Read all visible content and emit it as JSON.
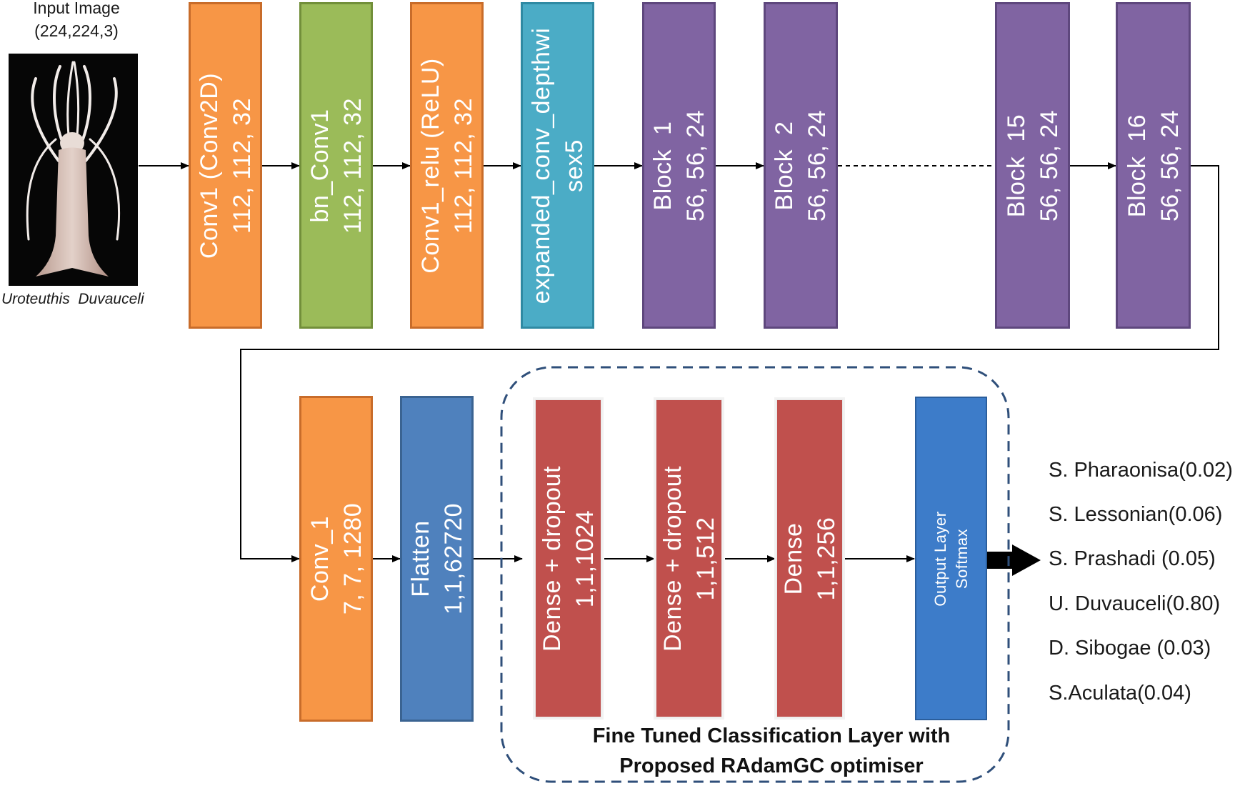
{
  "input": {
    "title_line1": "Input Image",
    "title_line2": "(224,224,3)",
    "caption_part1": "Uroteuthis",
    "caption_part2": "Duvauceli"
  },
  "row1_layers": [
    {
      "line1": "Conv1 (Conv2D)",
      "line2": "112, 112, 32",
      "color": "#f79646"
    },
    {
      "line1": "bn_Conv1",
      "line2": "112, 112, 32",
      "color": "#9bbb59"
    },
    {
      "line1": "Conv1_relu (ReLU)",
      "line2": "112, 112, 32",
      "color": "#f79646"
    },
    {
      "line1": "expanded_conv_depthwi",
      "line2": "sex5",
      "color": "#4bacc6"
    },
    {
      "line1": "Block  1",
      "line2": "56, 56, 24",
      "color": "#8064a2"
    },
    {
      "line1": "Block  2",
      "line2": "56, 56, 24",
      "color": "#8064a2"
    },
    {
      "line1": "Block  15",
      "line2": "56, 56, 24",
      "color": "#8064a2"
    },
    {
      "line1": "Block  16",
      "line2": "56, 56, 24",
      "color": "#8064a2"
    }
  ],
  "row2_layers": [
    {
      "line1": "Conv_1",
      "line2": "7, 7, 1280",
      "color": "#f79646"
    },
    {
      "line1": "Flatten",
      "line2": "1,1,62720",
      "color": "#4f81bd"
    },
    {
      "line1": "Dense + dropout",
      "line2": "1,1,1024",
      "color": "#c0504d"
    },
    {
      "line1": "Dense + dropout",
      "line2": "1,1,512",
      "color": "#c0504d"
    },
    {
      "line1": "Dense",
      "line2": "1,1,256",
      "color": "#c0504d"
    },
    {
      "line1": "Output Layer",
      "line2": "Softmax",
      "color": "#3d7cc9"
    }
  ],
  "fine_tuned_label": {
    "line1": "Fine Tuned Classification Layer with",
    "line2": "Proposed RAdamGC optimiser"
  },
  "predictions": [
    "S. Pharaonisa(0.02)",
    "S. Lessonian(0.06)",
    "S. Prashadi (0.05)",
    "U. Duvauceli(0.80)",
    "D. Sibogae (0.03)",
    "S.Aculata(0.04)"
  ]
}
